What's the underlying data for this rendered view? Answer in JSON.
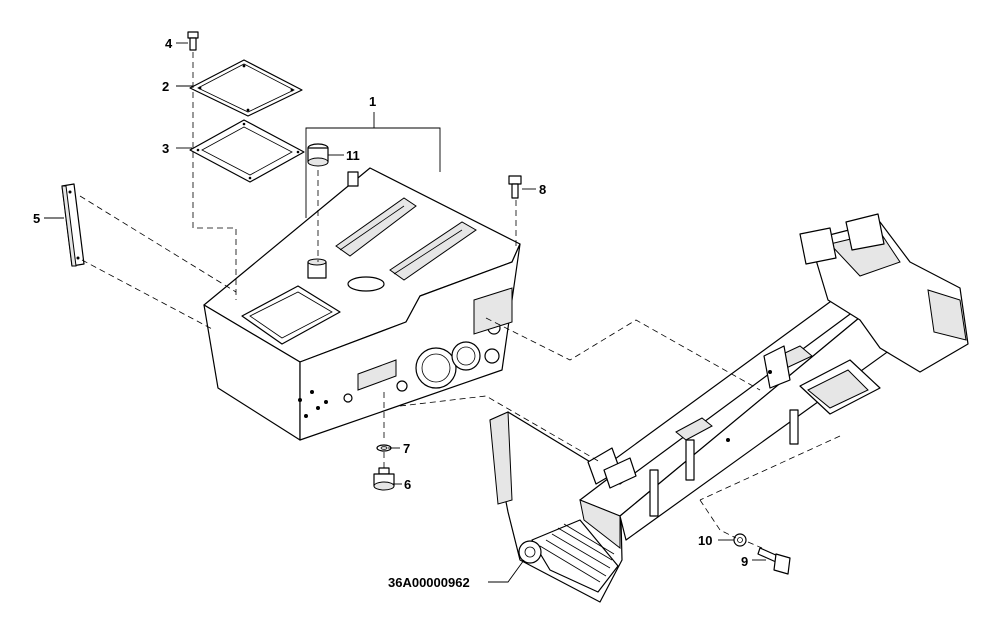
{
  "callouts": {
    "c1": "1",
    "c2": "2",
    "c3": "3",
    "c4": "4",
    "c5": "5",
    "c6": "6",
    "c7": "7",
    "c8": "8",
    "c9": "9",
    "c10": "10",
    "c11": "11"
  },
  "drawing_number": "36A00000962"
}
